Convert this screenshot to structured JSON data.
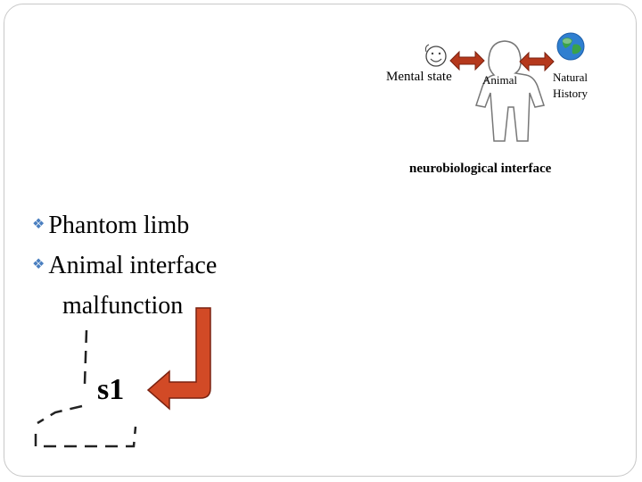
{
  "slide": {
    "diagram": {
      "mental_state": "Mental state",
      "animal": "Animal",
      "natural_line1": "Natural",
      "natural_line2": "History",
      "interface_caption": "neurobiological interface"
    },
    "bullets": [
      {
        "text": "Phantom limb"
      },
      {
        "text": "Animal interface",
        "continuation": "malfunction"
      }
    ],
    "label_s1": "s1"
  },
  "colors": {
    "arrow_red": "#b5381c",
    "arrow_edge": "#7a2210",
    "bullet_blue": "#4a7fc0",
    "frame_gray": "#c8c8c8"
  },
  "icons": [
    "smiley-face-icon",
    "stick-figure-icon",
    "globe-icon",
    "double-arrow-icon",
    "bent-arrow-icon"
  ]
}
